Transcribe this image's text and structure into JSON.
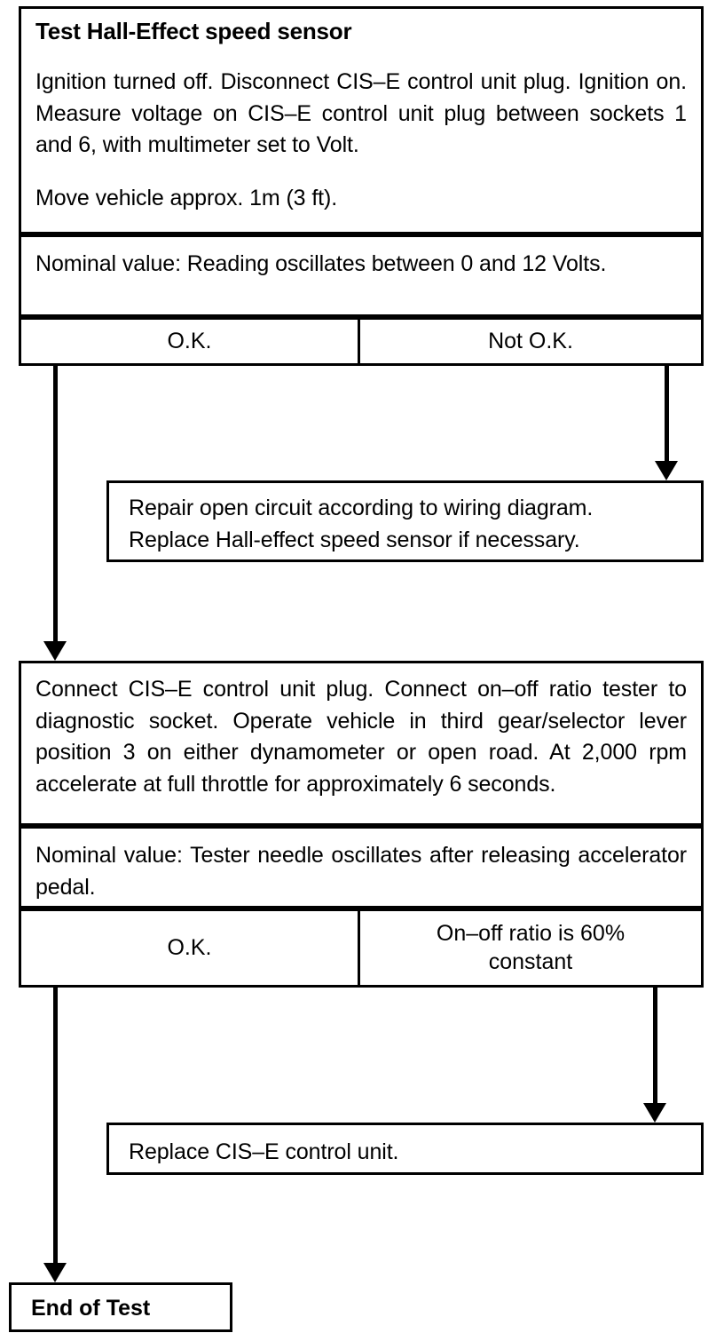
{
  "diagram": {
    "title": "Test Hall-Effect speed sensor",
    "step1": {
      "instruction": "Ignition turned off.  Disconnect CIS–E control unit plug. Ignition on.  Measure voltage on CIS–E control unit plug between sockets 1 and 6, with multimeter set to Volt.",
      "instruction2": "Move vehicle approx. 1m (3 ft).",
      "nominal": "Nominal value:   Reading oscillates between 0 and 12 Volts.",
      "branch_ok": "O.K.",
      "branch_not_ok": "Not O.K."
    },
    "repair_box": {
      "line1": "Repair open circuit according to wiring diagram.",
      "line2": "Replace Hall-effect speed sensor if necessary."
    },
    "step2": {
      "instruction": "Connect CIS–E control unit plug. Connect on–off ratio tester to diagnostic socket. Operate vehicle in third gear/selector lever position 3 on either dynamometer or open road. At 2,000 rpm accelerate at full throttle for approximately 6 seconds.",
      "nominal": "Nominal value:   Tester needle oscillates after releasing accelerator pedal.",
      "branch_ok": "O.K.",
      "branch_not_ok_line1": "On–off ratio is 60%",
      "branch_not_ok_line2": "constant"
    },
    "replace_box": {
      "text": "Replace CIS–E control unit."
    },
    "end_box": {
      "label": "End of Test"
    }
  }
}
